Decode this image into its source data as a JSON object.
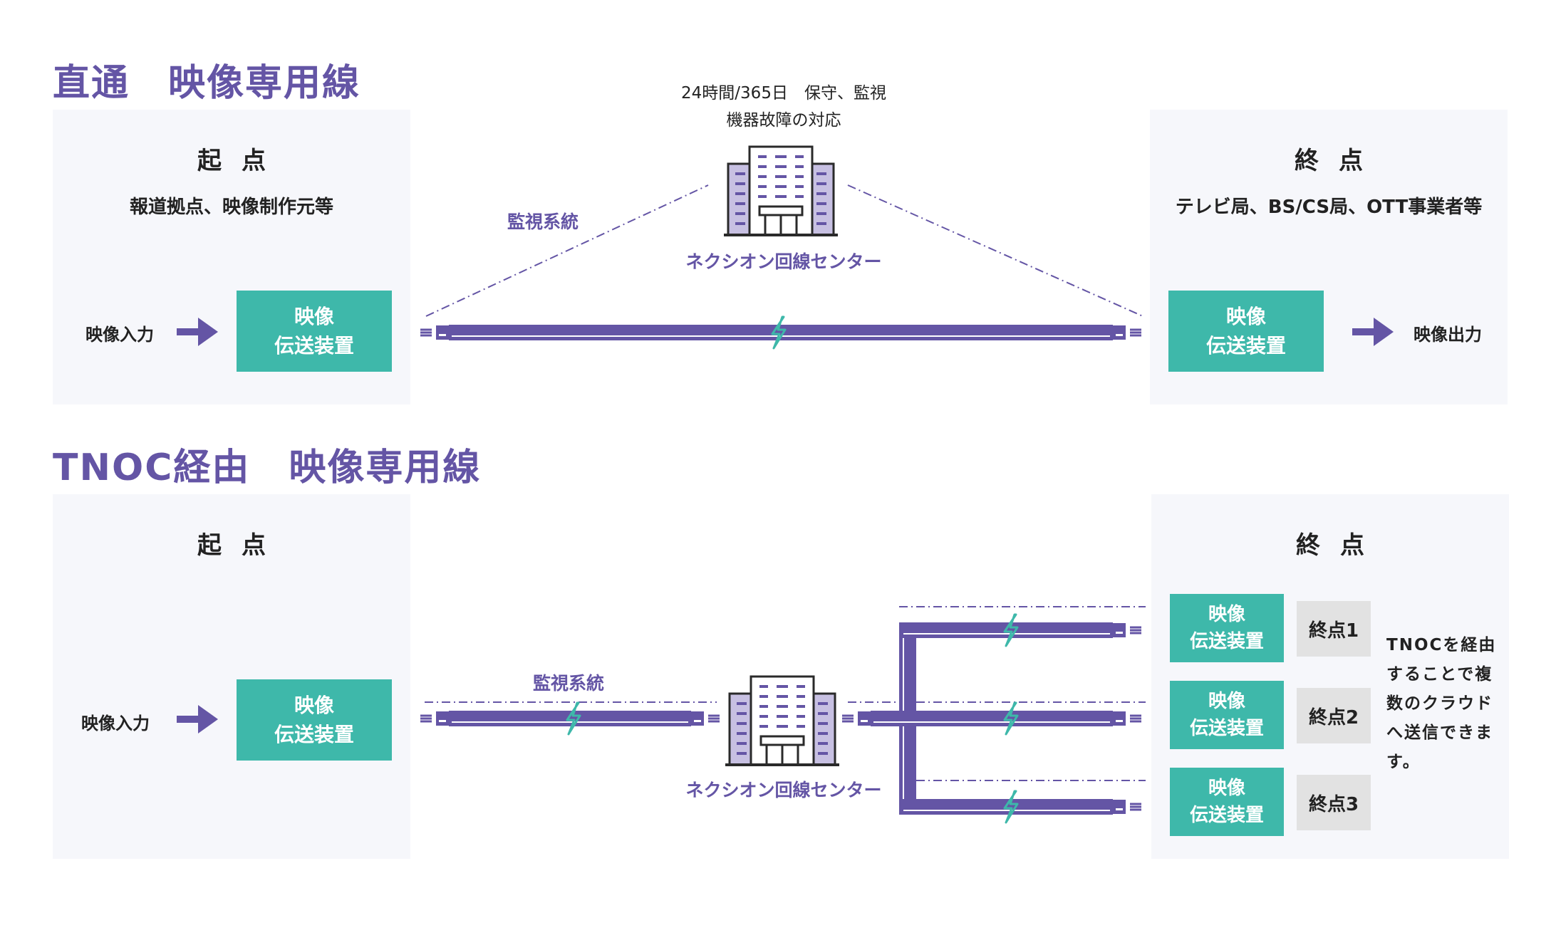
{
  "section1": {
    "heading": "直通　映像専用線",
    "start": {
      "title": "起点",
      "subtitle": "報道拠点、映像制作元等",
      "input_label": "映像入力",
      "device_line1": "映像",
      "device_line2": "伝送装置"
    },
    "end": {
      "title": "終点",
      "subtitle": "テレビ局、BS/CS局、OTT事業者等",
      "output_label": "映像出力",
      "device_line1": "映像",
      "device_line2": "伝送装置"
    },
    "center": {
      "note_line1": "24時間/365日　保守、監視",
      "note_line2": "機器故障の対応",
      "monitor_label": "監視系統",
      "name": "ネクシオン回線センター",
      "icon": "building-icon"
    }
  },
  "section2": {
    "heading": "TNOC経由　映像専用線",
    "start": {
      "title": "起点",
      "input_label": "映像入力",
      "device_line1": "映像",
      "device_line2": "伝送装置"
    },
    "end": {
      "title": "終点",
      "devices": [
        {
          "line1": "映像",
          "line2": "伝送装置",
          "endpoint": "終点1"
        },
        {
          "line1": "映像",
          "line2": "伝送装置",
          "endpoint": "終点2"
        },
        {
          "line1": "映像",
          "line2": "伝送装置",
          "endpoint": "終点3"
        }
      ],
      "note": "TNOCを経由することで複数のクラウドへ送信できます。"
    },
    "center": {
      "monitor_label": "監視系統",
      "name": "ネクシオン回線センター",
      "icon": "building-icon"
    }
  },
  "colors": {
    "purple": "#6455a5",
    "teal": "#3eb8aa",
    "panel_bg": "#f6f7fb",
    "endpoint_bg": "#e2e2e2"
  }
}
